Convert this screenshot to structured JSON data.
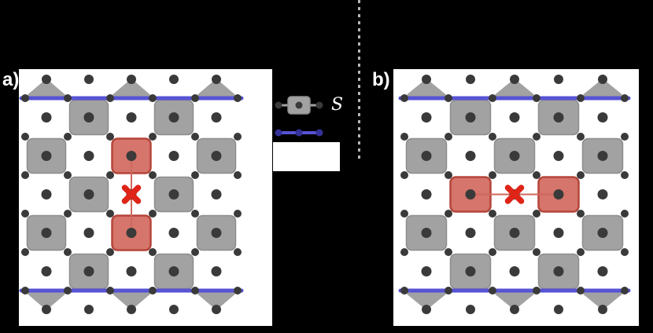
{
  "figure": {
    "type": "stabilizer-lattice-diagram",
    "panels": [
      {
        "id": "a",
        "label": "a)",
        "grid": {
          "cols": 5,
          "rows": 5
        },
        "checkerboard_parity": 1,
        "boundary_triangle_cols": [
          0,
          2,
          4
        ],
        "boundary_dot_cols": [
          1,
          3
        ],
        "highlighted_plaquettes": [
          {
            "col": 2,
            "row": 1
          },
          {
            "col": 2,
            "row": 3
          }
        ],
        "error_marker": {
          "col": 2,
          "row": 2
        },
        "connector_orientation": "vertical"
      },
      {
        "id": "b",
        "label": "b)",
        "grid": {
          "cols": 5,
          "rows": 5
        },
        "checkerboard_parity": 1,
        "boundary_triangle_cols": [
          0,
          2,
          4
        ],
        "boundary_dot_cols": [
          1,
          3
        ],
        "highlighted_plaquettes": [
          {
            "col": 1,
            "row": 2
          },
          {
            "col": 3,
            "row": 2
          }
        ],
        "error_marker": {
          "col": 2,
          "row": 2
        },
        "connector_orientation": "horizontal"
      }
    ],
    "legend": {
      "items": [
        {
          "name": "stabilizer",
          "marker": "gray-square-with-dots",
          "label": "S"
        },
        {
          "name": "boundary",
          "marker": "blue-line-with-dots",
          "label": ""
        }
      ]
    },
    "colors": {
      "background": "#000000",
      "panel_bg": "#ffffff",
      "stabilizer_fill": "#a2a2a2",
      "stabilizer_stroke": "#8d8d8d",
      "qubit_dot": "#3a3a3a",
      "boundary_line": "#5753d4",
      "boundary_dot": "#35329a",
      "highlight_fill": "#d5756b",
      "highlight_stroke": "#b5453a",
      "connector": "#cf685e",
      "error_marker": "#df2418",
      "label_color": "#ffffff",
      "separator_color": "#b5b5b5"
    }
  }
}
